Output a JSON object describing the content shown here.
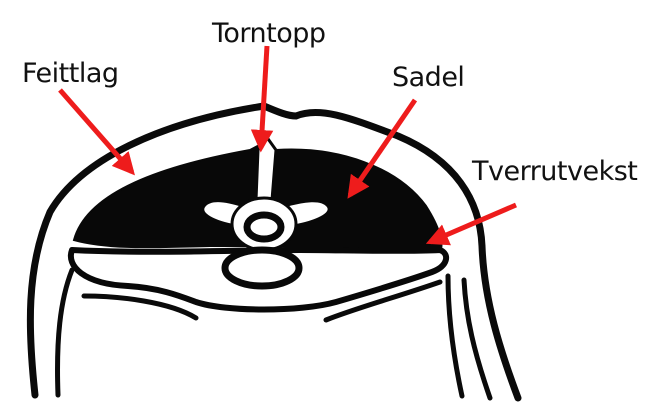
{
  "labels": {
    "fat_layer": "Feittlag",
    "spinous_process": "Torntopp",
    "saddle": "Sadel",
    "transverse_process": "Tverrutvekst"
  },
  "colors": {
    "arrow": "#ee1c1c",
    "ink": "#0a0a0a",
    "background": "#ffffff"
  }
}
